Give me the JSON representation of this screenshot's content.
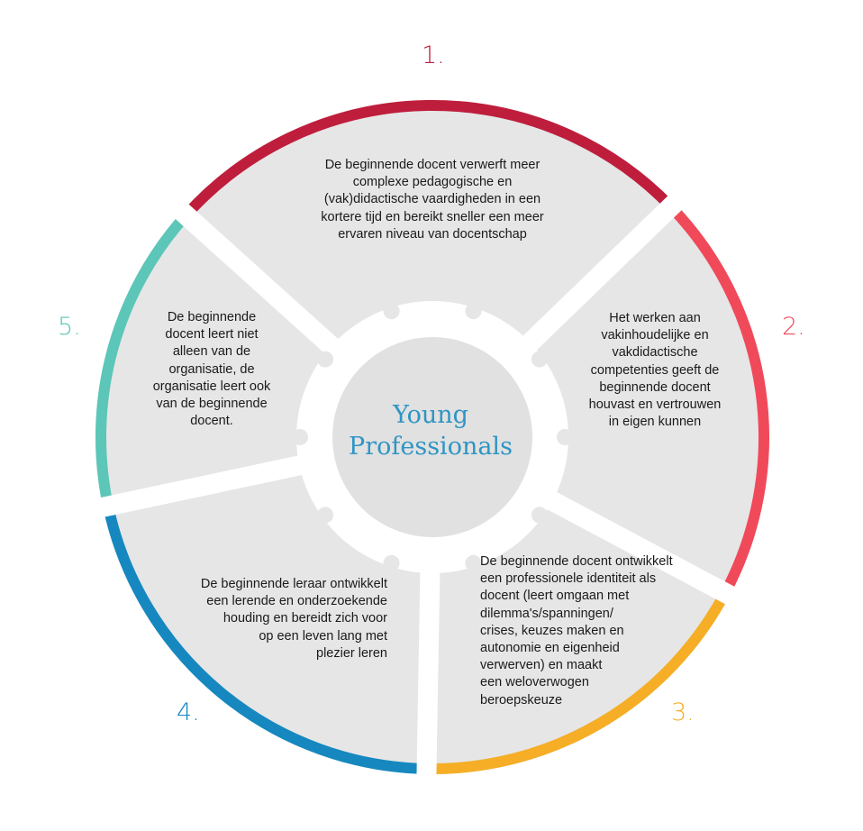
{
  "center": {
    "lines": [
      "Young",
      "Professionals"
    ],
    "color": "#2e95c4"
  },
  "colors": {
    "segment_fill": "#e6e6e6",
    "center_fill": "#e1e1e1"
  },
  "segments": [
    {
      "number": "1.",
      "color": "#be1e3c",
      "lines": [
        "De beginnende docent verwerft meer",
        "complexe pedagogische en",
        "(vak)didactische vaardigheden in een",
        "kortere tijd en bereikt sneller een meer",
        "ervaren niveau van docentschap"
      ]
    },
    {
      "number": "2.",
      "color": "#f04a5a",
      "lines": [
        "Het werken aan",
        "vakinhoudelijke en",
        "vakdidactische",
        "competenties geeft de",
        "beginnende docent",
        "houvast en vertrouwen",
        "in eigen kunnen"
      ]
    },
    {
      "number": "3.",
      "color": "#f5ae26",
      "lines": [
        "De beginnende docent ontwikkelt",
        "een professionele identiteit als",
        "docent (leert omgaan met",
        "dilemma's/spanningen/",
        "crises, keuzes maken en",
        "autonomie en eigenheid",
        "verwerven) en maakt",
        "een weloverwogen",
        "beroepskeuze"
      ]
    },
    {
      "number": "4.",
      "color": "#1688bf",
      "lines": [
        "De beginnende leraar ontwikkelt",
        "een lerende en onderzoekende",
        "houding en bereidt zich voor",
        "op een leven lang met",
        "plezier leren"
      ]
    },
    {
      "number": "5.",
      "color": "#5cc6b8",
      "lines": [
        "De beginnende",
        "docent leert niet",
        "alleen van de",
        "organisatie, de",
        "organisatie leert ook",
        "van de beginnende",
        "docent."
      ]
    }
  ]
}
